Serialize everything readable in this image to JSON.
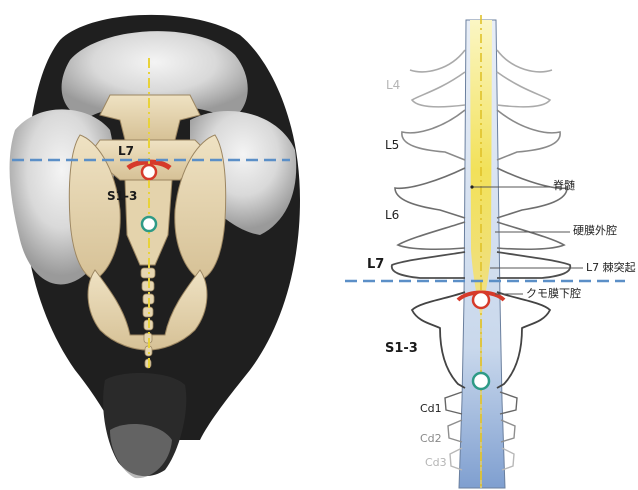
{
  "left_panel": {
    "labels": {
      "l7": "L7",
      "s13": "S1-3"
    }
  },
  "right_panel": {
    "vertebrae": {
      "l4": "L4",
      "l5": "L5",
      "l6": "L6",
      "l7": "L7",
      "s13": "S1-3",
      "cd1": "Cd1",
      "cd2": "Cd2",
      "cd3": "Cd3"
    },
    "annotations": {
      "spinal_cord": "脊髄",
      "epidural": "硬膜外腔",
      "l7_spinous": "L7 棘突起",
      "subarachnoid": "クモ膜下腔"
    }
  },
  "colors": {
    "dashed_line": "#5b8fc7",
    "puncture_red": "#d63a2a",
    "puncture_teal": "#2e9a86",
    "cord_yellow": "#f2e15a"
  }
}
